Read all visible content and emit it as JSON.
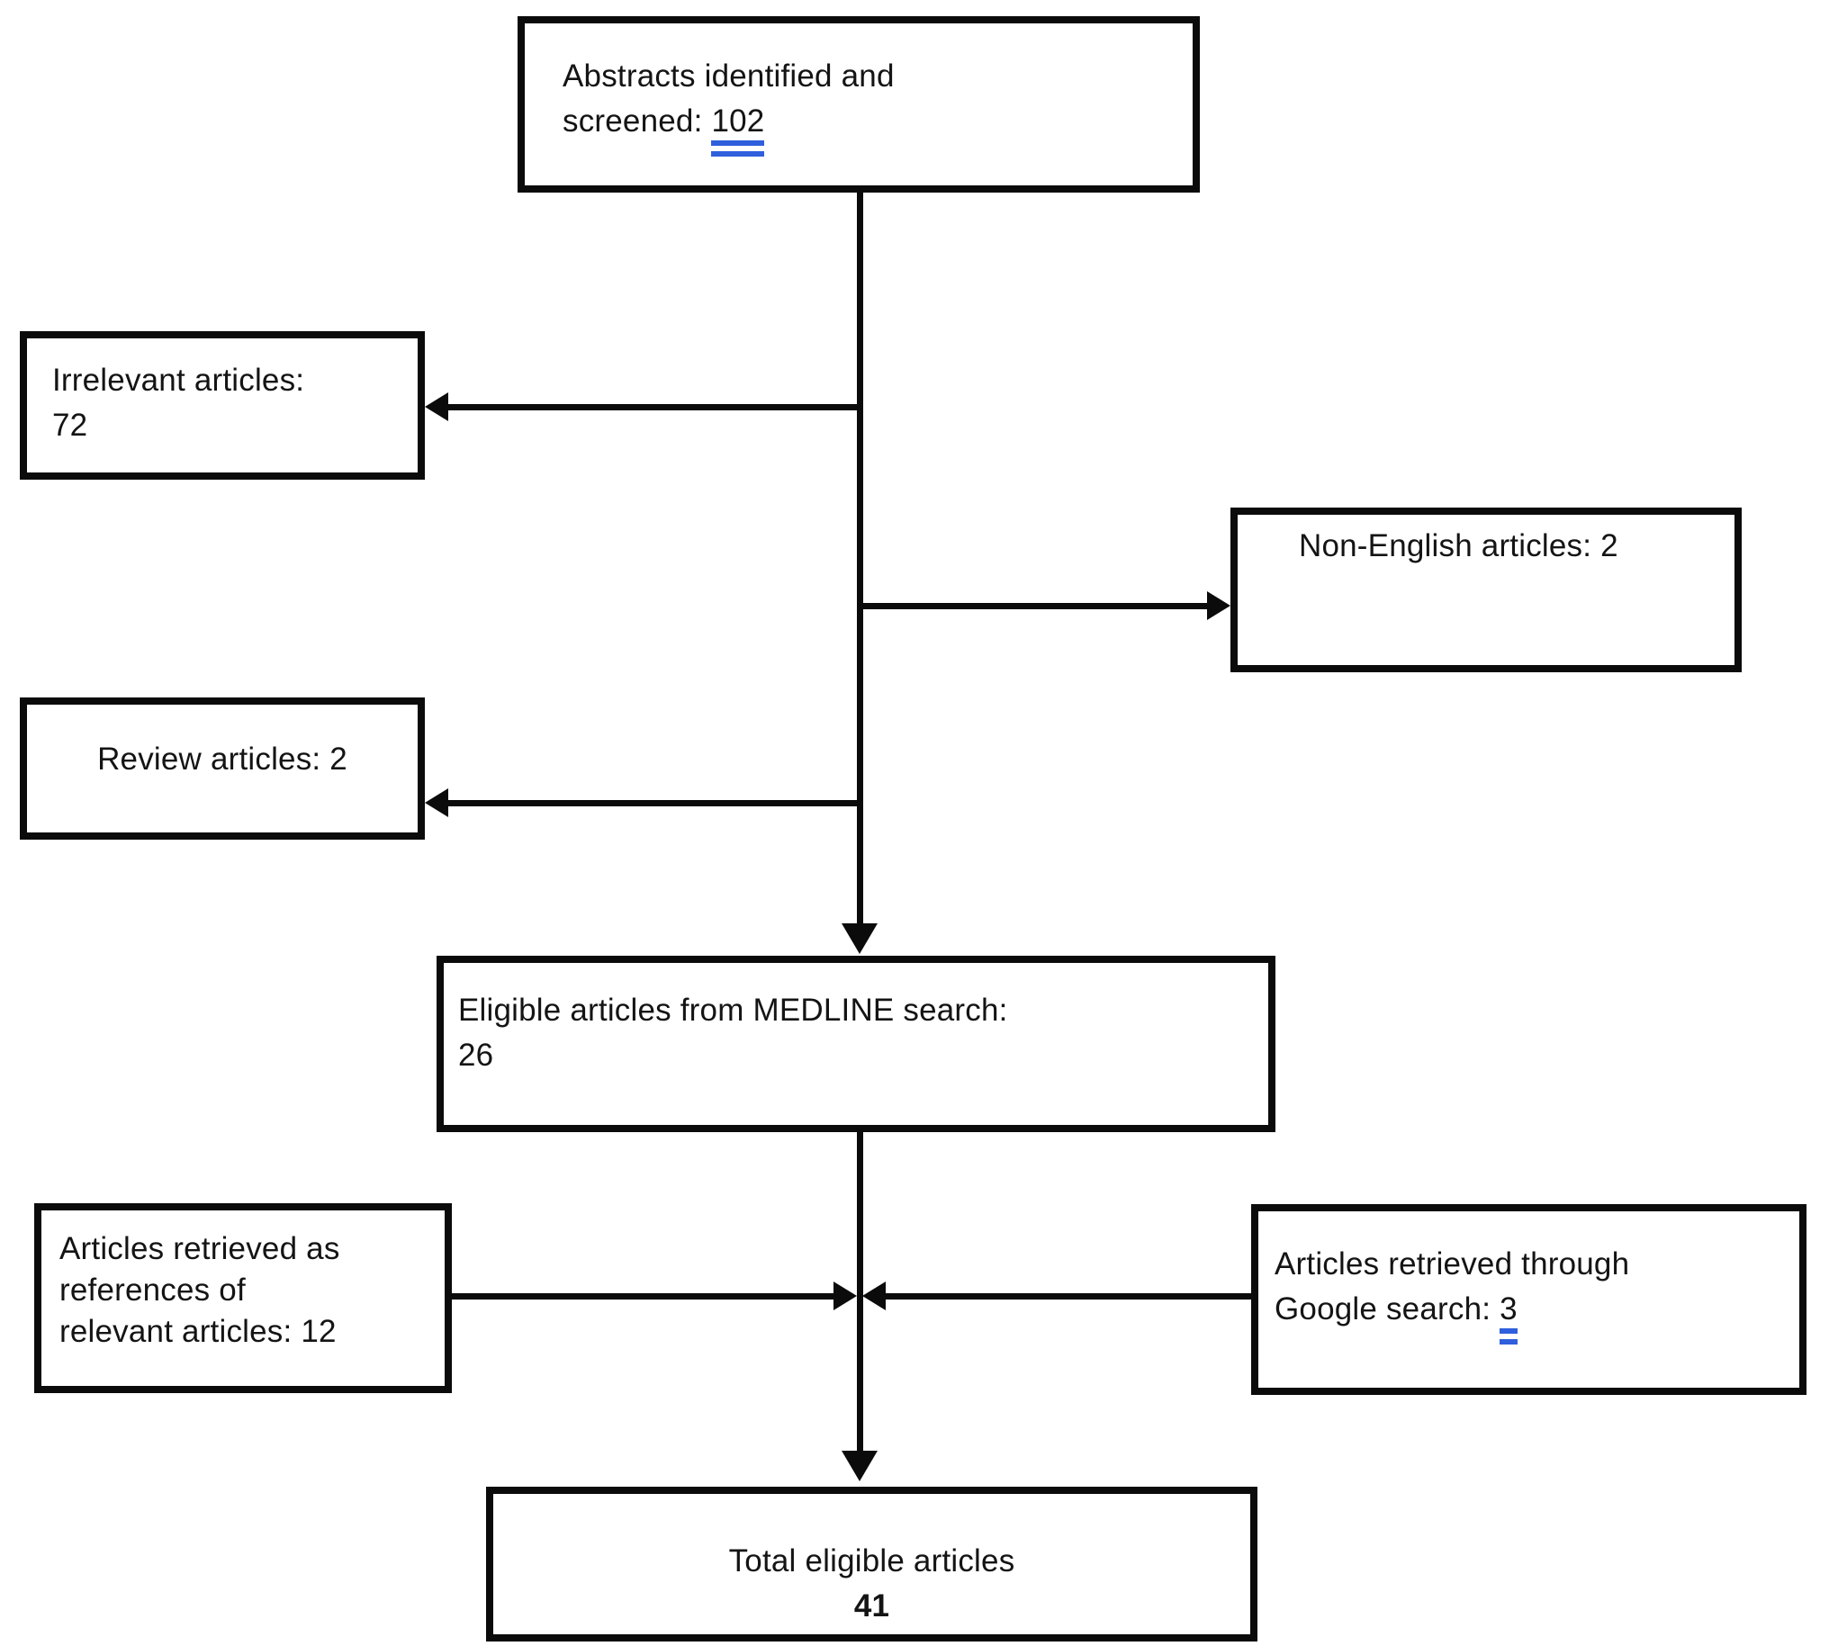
{
  "colors": {
    "line": "#0b0b0b",
    "text": "#141414",
    "double_underline": "#2f5fdc",
    "background": "#ffffff"
  },
  "boxes": {
    "abstracts": {
      "line1": "Abstracts identified and",
      "line2_label": "screened: ",
      "count": "102"
    },
    "irrelevant": {
      "line1": "Irrelevant articles:",
      "count": "72"
    },
    "non_english": {
      "text": "Non-English articles: 2"
    },
    "review": {
      "text": "Review articles: 2"
    },
    "medline": {
      "line1": "Eligible articles from MEDLINE search:",
      "count": "26"
    },
    "references": {
      "line1": "Articles retrieved as",
      "line2": "references of",
      "line3": "relevant articles: 12"
    },
    "google": {
      "line1": "Articles retrieved through",
      "line2_label": "Google search: ",
      "count": "3"
    },
    "total": {
      "line1": "Total eligible articles",
      "count": "41"
    }
  }
}
